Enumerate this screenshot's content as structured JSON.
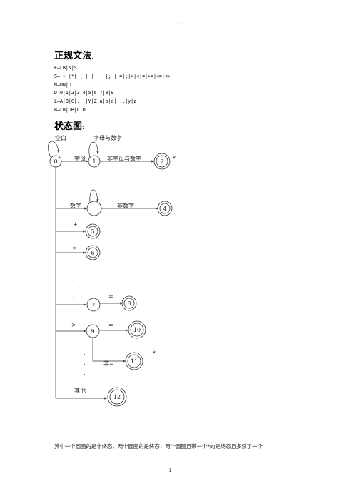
{
  "header": "· · · · ·",
  "title": "正规文法",
  "title_colon": ":",
  "grammar": [
    "E→LB|N|S",
    "S→ + |*| ( | ) |, |; |:=|;|>|<|=|>=|<=|<>",
    "N→DN|D",
    "D→0|1|2|3|4|5|6|7|8|9",
    "L→A|B|C|...|Y|Z|a|b|c|...|y|z",
    "B→LB|DB|L|D"
  ],
  "state_title": "状态图",
  "state_colon": ":",
  "diagram": {
    "labels": {
      "blank": "空白",
      "letter_digit": "字母与数字",
      "letter": "字母",
      "non_letter_digit": "非字母与数字",
      "digit": "数字",
      "non_digit": "非数字",
      "plus": "+",
      "star": "*",
      "colon": ":",
      "eq1": "=",
      "gt": ">",
      "eq2": "=",
      "not_eq": "非=",
      "other": "其他",
      "dot": "."
    },
    "states": {
      "s0": "0",
      "s1": "1",
      "s2": "2",
      "s4": "4",
      "s5": "5",
      "s6": "6",
      "s7": "7",
      "s8": "8",
      "s9": "9",
      "s10": "10",
      "s11": "11",
      "s12": "12"
    },
    "asterisk": "*"
  },
  "note": "其中一个圆圈的是非终态，两个圆圈的是终态，两个圆圈且带一个*的是终态且多读了一个",
  "footer_num": "1",
  "footer_rest": "· · · · ·"
}
